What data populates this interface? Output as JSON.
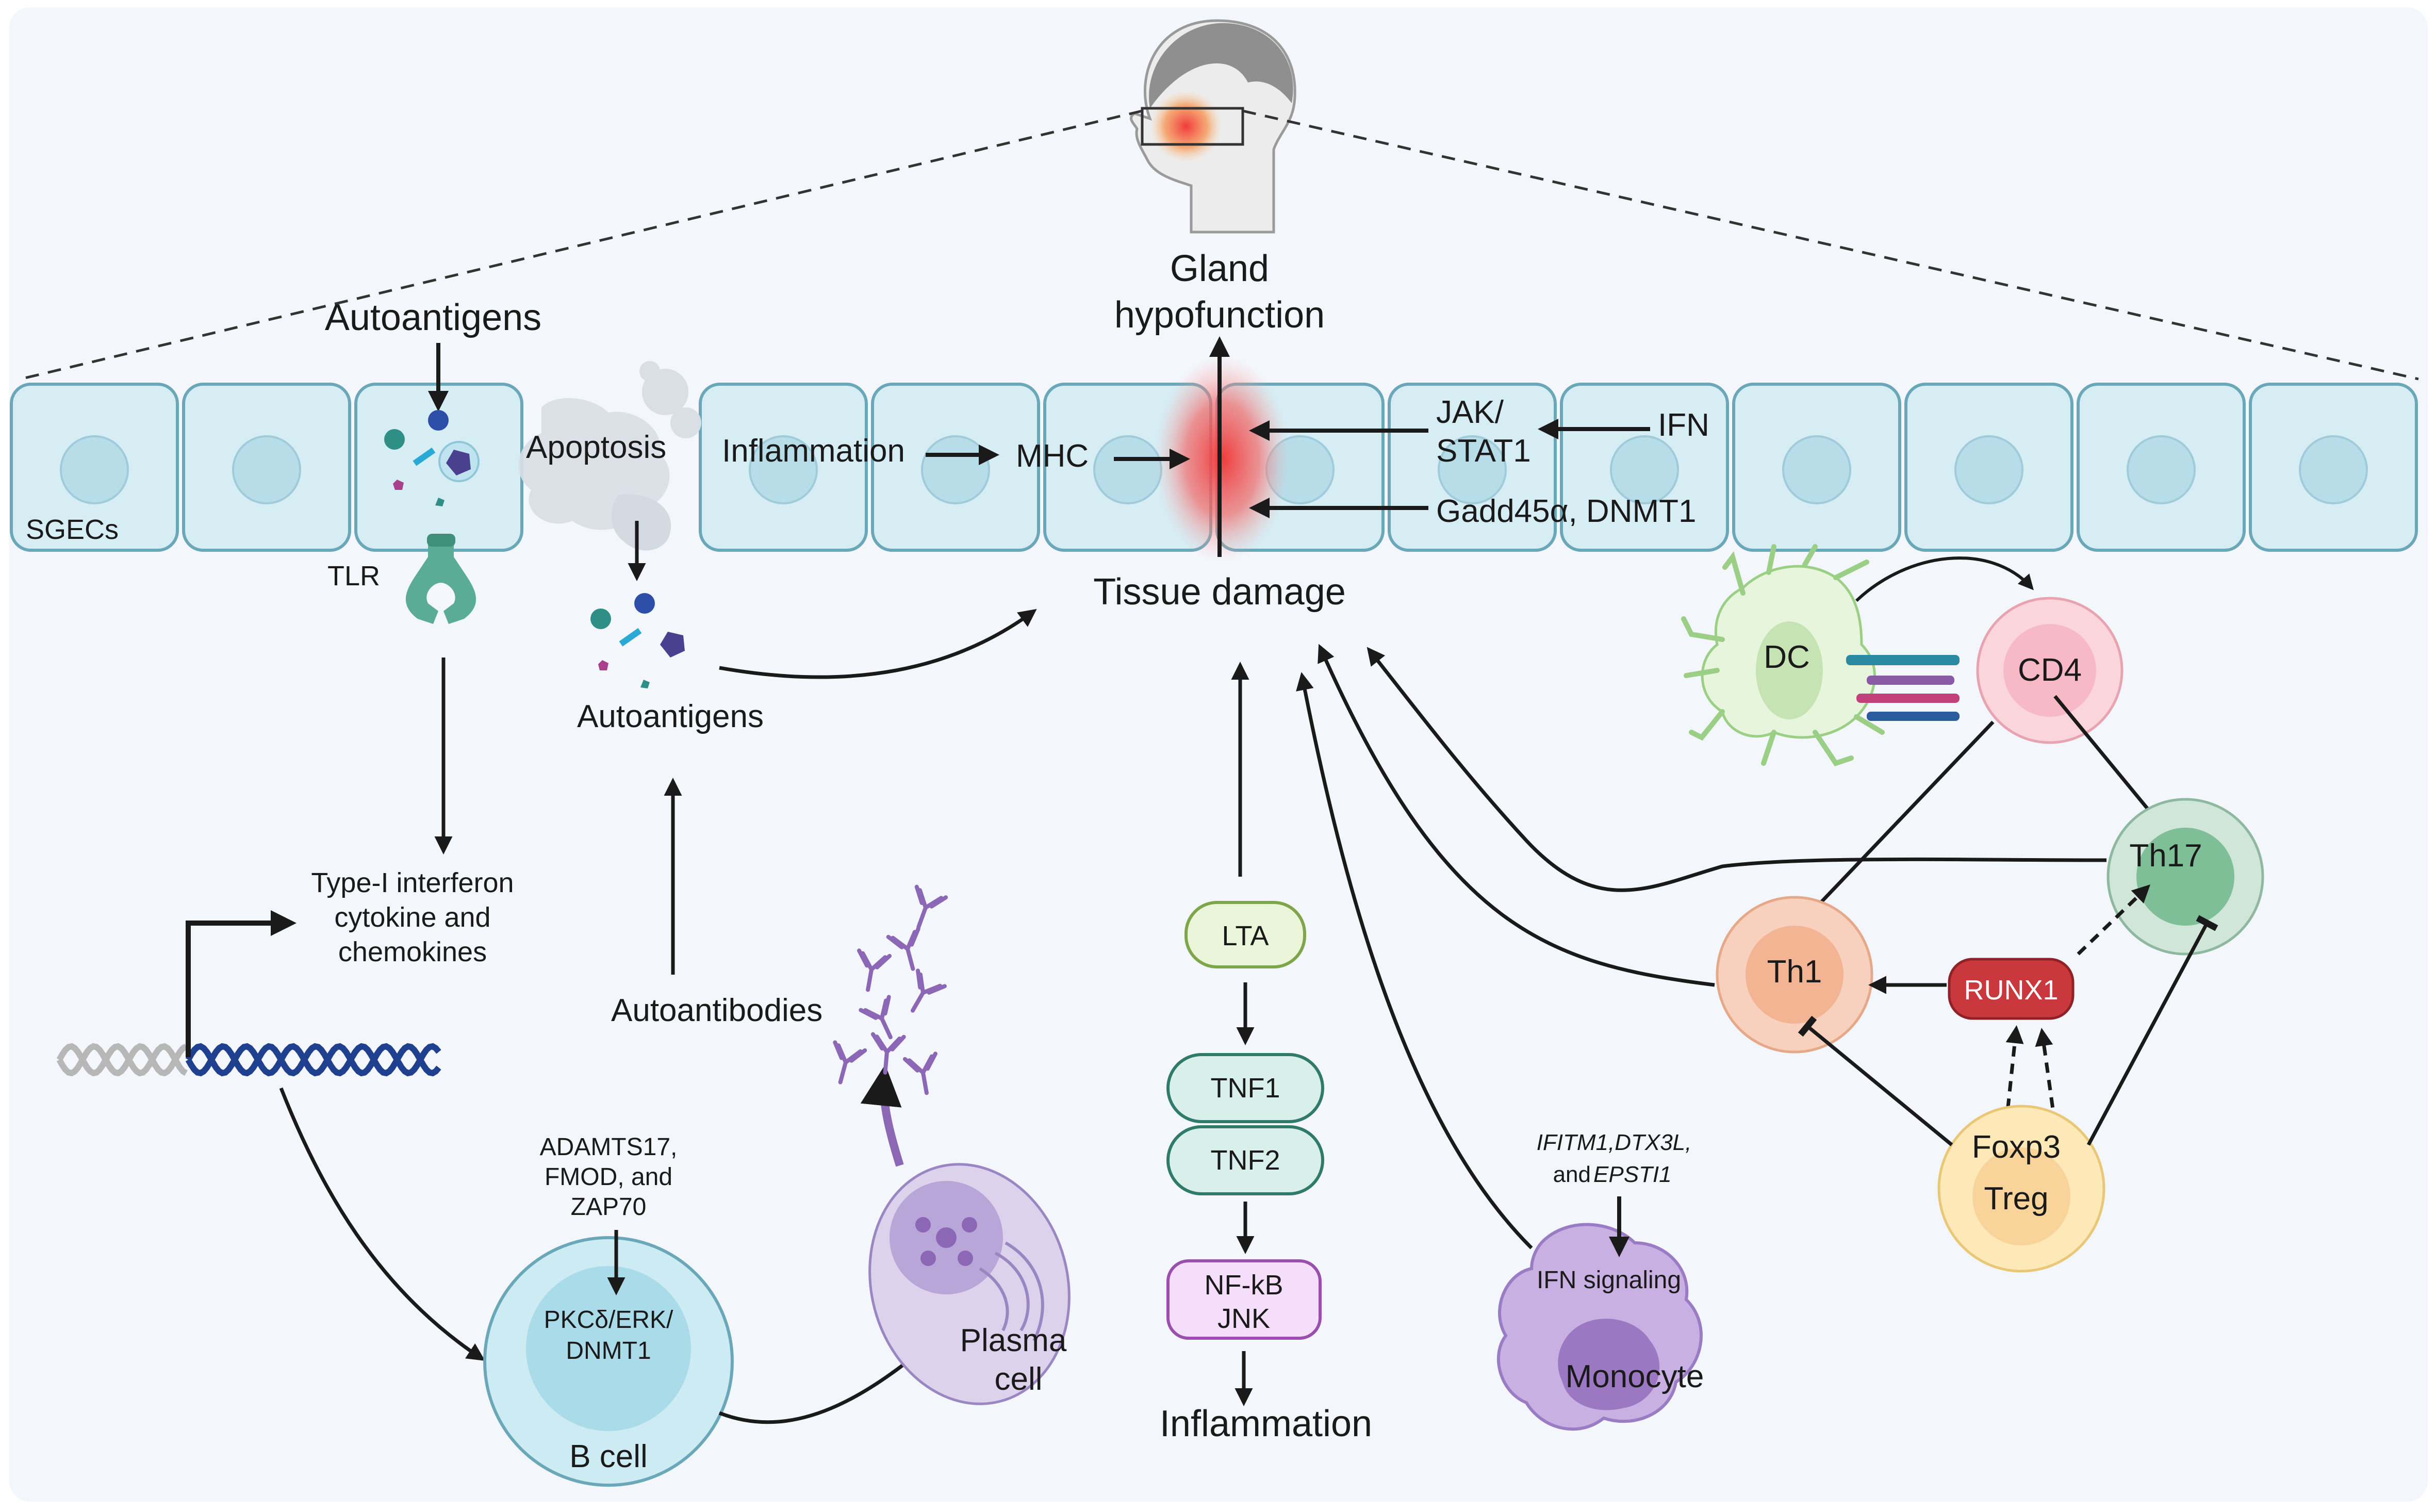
{
  "head": {
    "gland_hypofunction": [
      "Gland",
      "hypofunction"
    ]
  },
  "epithelium": {
    "cell_label": "SGECs",
    "apoptosis": "Apoptosis",
    "inflammation": "Inflammation",
    "mhc": "MHC",
    "jak_stat": [
      "JAK/",
      "STAT1"
    ],
    "ifn": "IFN",
    "gadd": "Gadd45α,  DNMT1"
  },
  "left": {
    "autoantigens_top": "Autoantigens",
    "tlr": "TLR",
    "autoantigens_mid": "Autoantigens",
    "type1_ifn": [
      "Type-I interferon",
      "cytokine and",
      "chemokines"
    ],
    "autoantibodies": "Autoantibodies",
    "b_cell_genes": [
      "ADAMTS17,",
      "FMOD, and",
      "ZAP70"
    ],
    "b_cell_pathway": [
      "PKCδ/ERK/",
      "DNMT1"
    ],
    "b_cell": "B cell",
    "plasma_cell": [
      "Plasma",
      "cell"
    ]
  },
  "center": {
    "tissue_damage": "Tissue damage",
    "lta": "LTA",
    "tnf1": "TNF1",
    "tnf2": "TNF2",
    "nfkb": [
      "NF-kB",
      "JNK"
    ],
    "inflammation_bottom": "Inflammation"
  },
  "right": {
    "dc": "DC",
    "cd4": "CD4",
    "th17": "Th17",
    "th1": "Th1",
    "runx1": "RUNX1",
    "foxp3": "Foxp3",
    "treg": "Treg",
    "mono_genes": [
      "IFITM1,DTX3L,",
      "and ",
      "EPSTI1"
    ],
    "ifn_signaling": "IFN signaling",
    "monocyte": "Monocyte"
  },
  "colors": {
    "background_panel": "#f3f6fb",
    "cell_fill": "#d6edf3",
    "cell_stroke": "#6aa7b8",
    "nucleus": "#b7dde9",
    "damage_red": "#f03a3a",
    "lta_fill": "#eaf5d9",
    "lta_stroke": "#7ea54a",
    "tnf_fill": "#d9f0ea",
    "tnf_stroke": "#2f7a6a",
    "nfkb_fill": "#f4defa",
    "nfkb_stroke": "#9a4fae",
    "dc_fill": "#e6f5dc",
    "cd4_fill": "#fbd5dc",
    "th17_fill": "#cfe6d8",
    "th1_fill": "#f7d1bd",
    "runx1_fill": "#c8383d",
    "treg_fill": "#fde9b8",
    "monocyte_fill": "#c9b0e3",
    "b_cell_fill": "#cdebf2",
    "plasma_fill": "#ddd2ec",
    "antibody": "#8b67b5"
  }
}
